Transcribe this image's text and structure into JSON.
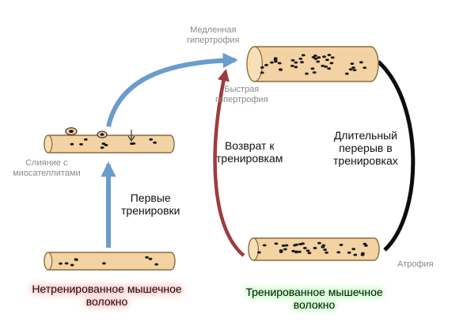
{
  "labels": {
    "slow_hypertrophy": "Медленная\nгипертрофия",
    "fast_hypertrophy": "Быстрая\nгипертрофия",
    "fusion": "Слияние с\nмиосателлитами",
    "first_trainings": "Первые\nтренировки",
    "return_to_training": "Возврат к\nтренировкам",
    "long_break": "Длительный\nперерыв в\nтренировках",
    "atrophy": "Атрофия",
    "untrained_fiber": "Нетренированное мышечное\nволокно",
    "trained_fiber": "Тренированное мышечное\nволокно"
  },
  "colors": {
    "fiber_fill": "#f3d3a3",
    "fiber_stroke": "#8a6a3a",
    "nucleus": "#1a1a1a",
    "arrow_blue": "#6a9ccc",
    "arrow_red": "#9e3c3c",
    "arrow_black": "#0d0d0d",
    "label_gray": "#8a8a8a",
    "glow_red": "#ff9a9a",
    "glow_green": "#8cf58c"
  }
}
